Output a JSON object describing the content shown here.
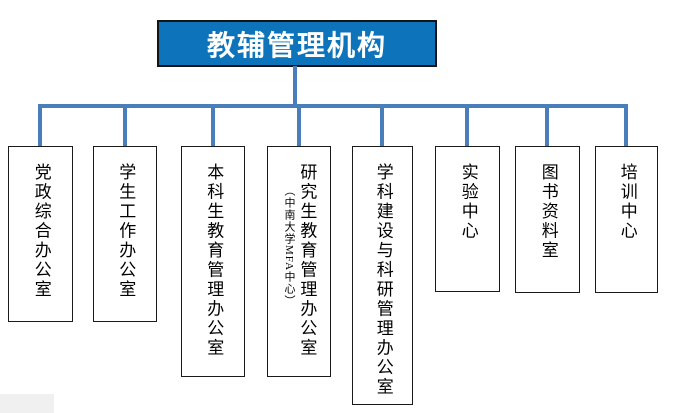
{
  "root": {
    "label": "教辅管理机构"
  },
  "colors": {
    "title_bg": "#0d73ba",
    "title_fg": "#ffffff",
    "connector": "#4a7ebb",
    "box_border": "#1a1a1a"
  },
  "departments": [
    {
      "name": "党政综合办公室"
    },
    {
      "name": "学生工作办公室"
    },
    {
      "name": "本科生教育管理办公室"
    },
    {
      "name": "研究生教育管理办公室",
      "note": "（中南大学MFA中心）"
    },
    {
      "name": "学科建设与科研管理办公室"
    },
    {
      "name": "实验中心"
    },
    {
      "name": "图书资料室"
    },
    {
      "name": "培训中心"
    }
  ]
}
